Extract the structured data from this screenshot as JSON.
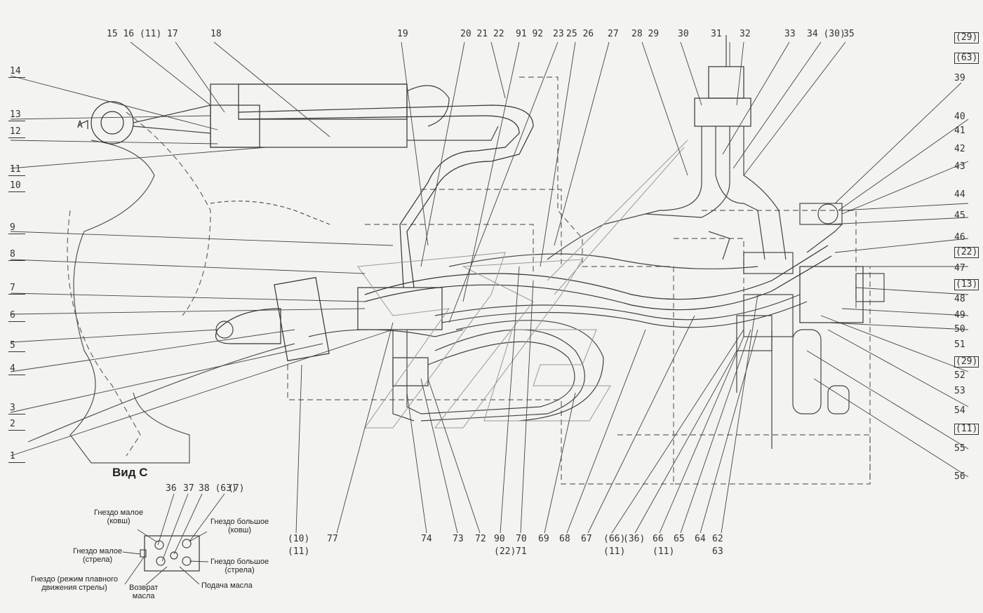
{
  "view_title": "Вид С",
  "view_mark": "A",
  "callouts_top": [
    "15 16 (11)",
    "17",
    "18",
    "19",
    "20 21 22",
    "91 92",
    "23",
    "25 26",
    "27",
    "28 29",
    "30",
    "31",
    "32",
    "33",
    "34 (30)",
    "35"
  ],
  "callouts_left": [
    "14",
    "13",
    "12",
    "11",
    "10",
    "9",
    "8",
    "7",
    "6",
    "5",
    "4",
    "3",
    "2",
    "1"
  ],
  "callouts_right": [
    "(29)",
    "(63)",
    "39",
    "40",
    "41",
    "42",
    "43",
    "44",
    "45",
    "46",
    "(22)",
    "47",
    "(13)",
    "48",
    "49",
    "50",
    "51",
    "(29)",
    "52",
    "53",
    "54",
    "(11)",
    "55",
    "56"
  ],
  "callouts_bottom": [
    {
      "top": "(10)",
      "bottom": "(11)"
    },
    {
      "top": "77",
      "bottom": ""
    },
    {
      "top": "74",
      "bottom": ""
    },
    {
      "top": "73",
      "bottom": ""
    },
    {
      "top": "72",
      "bottom": ""
    },
    {
      "top": "90",
      "bottom": "(22)"
    },
    {
      "top": "70",
      "bottom": "71"
    },
    {
      "top": "69",
      "bottom": ""
    },
    {
      "top": "68",
      "bottom": ""
    },
    {
      "top": "67",
      "bottom": ""
    },
    {
      "top": "(66)",
      "bottom": "(11)"
    },
    {
      "top": "(36)",
      "bottom": ""
    },
    {
      "top": "66",
      "bottom": "(11)"
    },
    {
      "top": "65",
      "bottom": ""
    },
    {
      "top": "64",
      "bottom": ""
    },
    {
      "top": "62",
      "bottom": "63"
    }
  ],
  "view_c": {
    "numbers": [
      "36",
      "37",
      "38 (63)",
      "(7)"
    ],
    "labels": {
      "socket_small_bucket": "Гнездо малое\n(ковш)",
      "socket_large_bucket": "Гнездо большое\n(ковш)",
      "socket_small_boom": "Гнездо малое\n(стрела)",
      "socket_large_boom": "Гнездо большое\n(стрела)",
      "socket_smooth": "Гнездо (режим плавного\nдвижения стрелы)",
      "oil_return": "Возврат\nмасла",
      "oil_supply": "Подача масла"
    }
  }
}
